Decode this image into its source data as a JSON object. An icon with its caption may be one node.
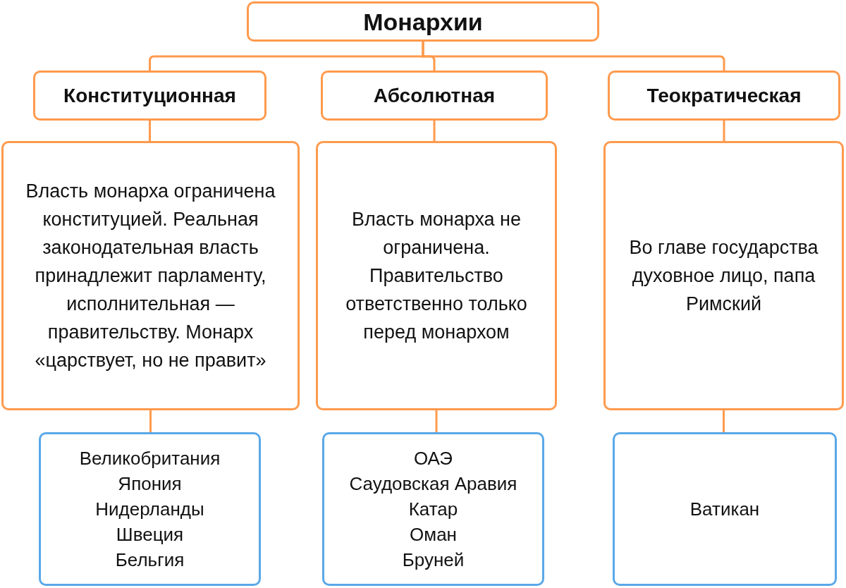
{
  "diagram": {
    "nodes": [
      {
        "text": [
          "Монархии"
        ]
      },
      {
        "text": [
          "Конституционная"
        ]
      },
      {
        "text": [
          "Абсолютная"
        ]
      },
      {
        "text": [
          "Теократическая"
        ]
      },
      {
        "text": [
          "Власть монарха ограничена конституцией. Реальная законодательная власть принадлежит парламенту, исполнительная — правительству. Монарх «царствует, но не правит»"
        ]
      },
      {
        "text": [
          "Власть монарха не ограничена. Правительство ответственно только перед монархом"
        ]
      },
      {
        "text": [
          "Во главе государства духовное лицо, папа Римский"
        ]
      },
      {
        "text": [
          "Великобритания",
          "Япония",
          "Нидерланды",
          "Швеция",
          "Бельгия"
        ]
      },
      {
        "text": [
          "ОАЭ",
          "Саудовская Аравия",
          "Катар",
          "Оман",
          "Бруней"
        ]
      },
      {
        "text": [
          "Ватикан"
        ]
      }
    ],
    "edges": [
      {
        "from": 0,
        "to": 1,
        "arrow": "none"
      },
      {
        "from": 0,
        "to": 2,
        "arrow": "none"
      },
      {
        "from": 0,
        "to": 3,
        "arrow": "none"
      },
      {
        "from": 1,
        "to": 4,
        "arrow": "none"
      },
      {
        "from": 2,
        "to": 5,
        "arrow": "none"
      },
      {
        "from": 3,
        "to": 6,
        "arrow": "none"
      },
      {
        "from": 4,
        "to": 7,
        "arrow": "none"
      },
      {
        "from": 5,
        "to": 8,
        "arrow": "none"
      },
      {
        "from": 6,
        "to": 9,
        "arrow": "none"
      }
    ]
  }
}
